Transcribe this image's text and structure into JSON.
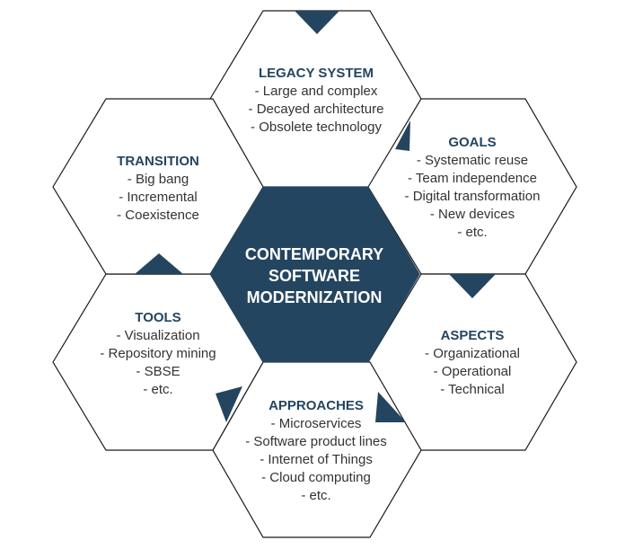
{
  "center": {
    "lines": [
      "CONTEMPORARY",
      "SOFTWARE",
      "MODERNIZATION"
    ],
    "color": "#244560"
  },
  "blocks": {
    "legacy": {
      "title": "LEGACY SYSTEM",
      "items": [
        "- Large and complex",
        "- Decayed architecture",
        "- Obsolete technology"
      ]
    },
    "goals": {
      "title": "GOALS",
      "items": [
        "- Systematic reuse",
        "- Team independence",
        "- Digital transformation",
        "- New devices",
        "- etc."
      ]
    },
    "aspects": {
      "title": "ASPECTS",
      "items": [
        "- Organizational",
        "- Operational",
        "- Technical"
      ]
    },
    "approaches": {
      "title": "APPROACHES",
      "items": [
        "- Microservices",
        "- Software product lines",
        "- Internet of Things",
        "- Cloud computing",
        "- etc."
      ]
    },
    "tools": {
      "title": "TOOLS",
      "items": [
        "- Visualization",
        "- Repository mining",
        "- SBSE",
        "- etc."
      ]
    },
    "transition": {
      "title": "TRANSITION",
      "items": [
        "- Big bang",
        "- Incremental",
        "- Coexistence"
      ]
    }
  }
}
